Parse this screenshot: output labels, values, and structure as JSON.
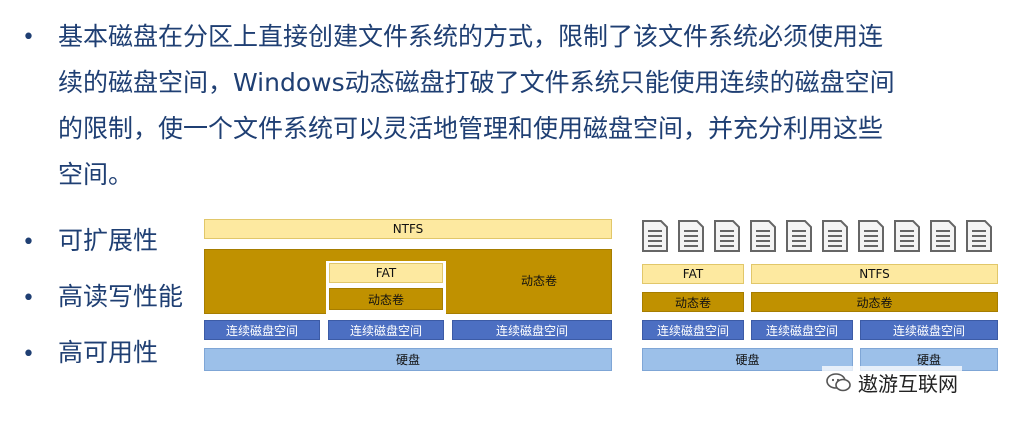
{
  "paragraph": {
    "lines": [
      "基本磁盘在分区上直接创建文件系统的方式，限制了该文件系统必须使用连",
      "续的磁盘空间，Windows动态磁盘打破了文件系统只能使用连续的磁盘空间",
      "的限制，使一个文件系统可以灵活地管理和使用磁盘空间，并充分利用这些",
      "空间。"
    ]
  },
  "bullets": [
    "可扩展性",
    "高读写性能",
    "高可用性"
  ],
  "diagram_left": {
    "ntfs": "NTFS",
    "dynamic_outer": "动态卷",
    "fat": "FAT",
    "dynamic_inner": "动态卷",
    "contiguous": [
      "连续磁盘空间",
      "连续磁盘空间",
      "连续磁盘空间"
    ],
    "disk": "硬盘"
  },
  "diagram_right": {
    "fat": "FAT",
    "ntfs": "NTFS",
    "dynamic_left": "动态卷",
    "dynamic_right": "动态卷",
    "contiguous": [
      "连续磁盘空间",
      "连续磁盘空间",
      "连续磁盘空间"
    ],
    "disk_left": "硬盘",
    "disk_right": "硬盘"
  },
  "watermark": "遨游互联网",
  "colors": {
    "text": "#1f3f73",
    "ntfs_fill": "#fde9a0",
    "dynamic_fill": "#c09100",
    "contiguous_fill": "#4c6fc2",
    "disk_fill": "#9cc0e9"
  }
}
